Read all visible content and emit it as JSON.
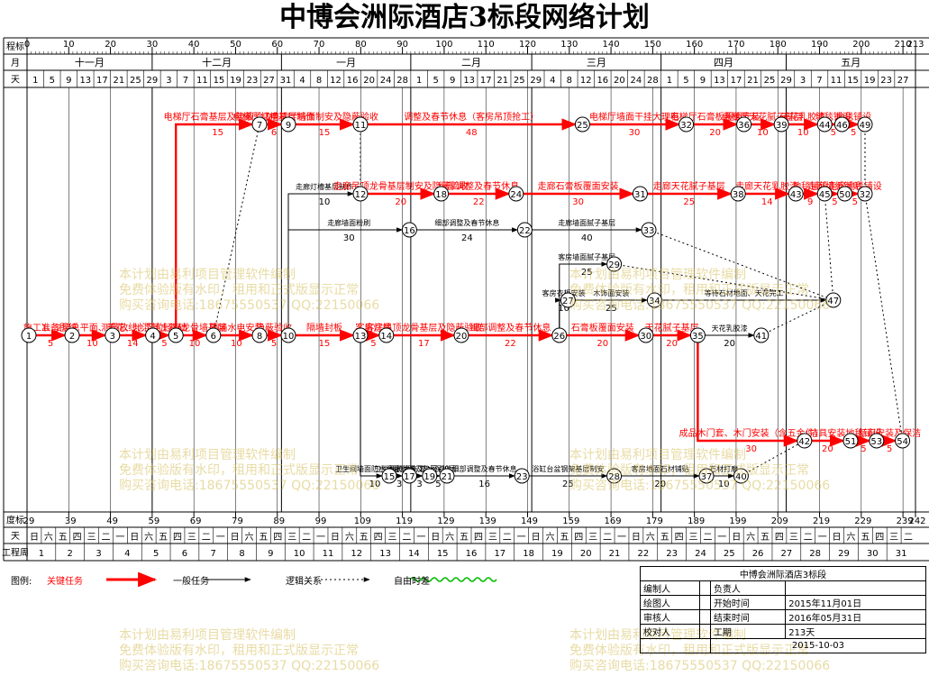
{
  "title": "中博会洲际酒店3标段网络计划",
  "scale": {
    "label": "程标",
    "ticks": [
      "0",
      "10",
      "20",
      "30",
      "40",
      "50",
      "60",
      "70",
      "80",
      "90",
      "100",
      "110",
      "120",
      "130",
      "140",
      "150",
      "160",
      "170",
      "180",
      "190",
      "200",
      "210",
      "213"
    ]
  },
  "months": {
    "label": "月",
    "items": [
      {
        "name": "十一月",
        "from": 0,
        "to": 30
      },
      {
        "name": "十二月",
        "from": 30,
        "to": 61
      },
      {
        "name": "一月",
        "from": 61,
        "to": 92
      },
      {
        "name": "二月",
        "from": 92,
        "to": 121
      },
      {
        "name": "三月",
        "from": 121,
        "to": 152
      },
      {
        "name": "四月",
        "from": 152,
        "to": 182
      },
      {
        "name": "五月",
        "from": 182,
        "to": 213
      }
    ]
  },
  "days_row": {
    "label": "天",
    "items": [
      {
        "t": "1",
        "d": 0
      },
      {
        "t": "5",
        "d": 4
      },
      {
        "t": "9",
        "d": 8
      },
      {
        "t": "13",
        "d": 12
      },
      {
        "t": "17",
        "d": 16
      },
      {
        "t": "21",
        "d": 20
      },
      {
        "t": "25",
        "d": 24
      },
      {
        "t": "29",
        "d": 28
      },
      {
        "t": "3",
        "d": 32
      },
      {
        "t": "7",
        "d": 36
      },
      {
        "t": "11",
        "d": 40
      },
      {
        "t": "15",
        "d": 44
      },
      {
        "t": "19",
        "d": 48
      },
      {
        "t": "23",
        "d": 52
      },
      {
        "t": "27",
        "d": 56
      },
      {
        "t": "31",
        "d": 60
      },
      {
        "t": "4",
        "d": 64
      },
      {
        "t": "8",
        "d": 68
      },
      {
        "t": "12",
        "d": 72
      },
      {
        "t": "16",
        "d": 76
      },
      {
        "t": "20",
        "d": 80
      },
      {
        "t": "24",
        "d": 84
      },
      {
        "t": "28",
        "d": 88
      },
      {
        "t": "1",
        "d": 92
      },
      {
        "t": "5",
        "d": 96
      },
      {
        "t": "9",
        "d": 100
      },
      {
        "t": "13",
        "d": 104
      },
      {
        "t": "17",
        "d": 108
      },
      {
        "t": "21",
        "d": 112
      },
      {
        "t": "25",
        "d": 116
      },
      {
        "t": "29",
        "d": 120
      },
      {
        "t": "4",
        "d": 124
      },
      {
        "t": "8",
        "d": 128
      },
      {
        "t": "12",
        "d": 132
      },
      {
        "t": "16",
        "d": 136
      },
      {
        "t": "20",
        "d": 140
      },
      {
        "t": "24",
        "d": 144
      },
      {
        "t": "28",
        "d": 148
      },
      {
        "t": "1",
        "d": 152
      },
      {
        "t": "5",
        "d": 156
      },
      {
        "t": "9",
        "d": 160
      },
      {
        "t": "13",
        "d": 164
      },
      {
        "t": "17",
        "d": 168
      },
      {
        "t": "21",
        "d": 172
      },
      {
        "t": "25",
        "d": 176
      },
      {
        "t": "29",
        "d": 180
      },
      {
        "t": "3",
        "d": 184
      },
      {
        "t": "7",
        "d": 188
      },
      {
        "t": "11",
        "d": 192
      },
      {
        "t": "15",
        "d": 196
      },
      {
        "t": "19",
        "d": 200
      },
      {
        "t": "23",
        "d": 204
      },
      {
        "t": "27",
        "d": 208
      }
    ]
  },
  "bottom_scale": {
    "label": "度标",
    "items": [
      {
        "t": "29",
        "d": 0
      },
      {
        "t": "39",
        "d": 10
      },
      {
        "t": "49",
        "d": 20
      },
      {
        "t": "59",
        "d": 30
      },
      {
        "t": "69",
        "d": 40
      },
      {
        "t": "79",
        "d": 50
      },
      {
        "t": "89",
        "d": 60
      },
      {
        "t": "99",
        "d": 70
      },
      {
        "t": "109",
        "d": 80
      },
      {
        "t": "119",
        "d": 90
      },
      {
        "t": "129",
        "d": 100
      },
      {
        "t": "139",
        "d": 110
      },
      {
        "t": "149",
        "d": 120
      },
      {
        "t": "159",
        "d": 130
      },
      {
        "t": "169",
        "d": 140
      },
      {
        "t": "179",
        "d": 150
      },
      {
        "t": "189",
        "d": 160
      },
      {
        "t": "199",
        "d": 170
      },
      {
        "t": "209",
        "d": 180
      },
      {
        "t": "219",
        "d": 190
      },
      {
        "t": "229",
        "d": 200
      },
      {
        "t": "239",
        "d": 210
      },
      {
        "t": "242",
        "d": 213
      }
    ]
  },
  "weekdays": {
    "label": "天",
    "items": [
      "日",
      "六",
      "五",
      "四",
      "三",
      "二",
      "一",
      "日",
      "六",
      "五",
      "四",
      "三",
      "二",
      "一",
      "日",
      "六",
      "五",
      "四",
      "三",
      "二",
      "一",
      "日",
      "六",
      "五",
      "四",
      "三",
      "二",
      "一",
      "日",
      "六",
      "五",
      "四",
      "三",
      "二",
      "一",
      "日",
      "六",
      "五",
      "四",
      "三",
      "二",
      "一",
      "日",
      "六",
      "五",
      "四",
      "三",
      "二",
      "一",
      "日",
      "六",
      "五",
      "四",
      "三",
      "二",
      "一",
      "日",
      "六",
      "五",
      "四",
      "三",
      "二"
    ]
  },
  "weeks": {
    "label": "工程周",
    "items": [
      "1",
      "2",
      "3",
      "4",
      "5",
      "6",
      "7",
      "8",
      "9",
      "10",
      "11",
      "12",
      "13",
      "14",
      "15",
      "16",
      "17",
      "18",
      "19",
      "20",
      "21",
      "22",
      "23",
      "24",
      "25",
      "26",
      "27",
      "28",
      "29",
      "30",
      "31"
    ]
  },
  "network": {
    "nodes": [
      {
        "id": "1",
        "d": 0,
        "row": "L1"
      },
      {
        "id": "2",
        "d": 15,
        "row": "L1"
      },
      {
        "id": "3",
        "d": 29,
        "row": "L1"
      },
      {
        "id": "4",
        "d": 43,
        "row": "L1"
      },
      {
        "id": "5",
        "d": 51,
        "row": "L1"
      },
      {
        "id": "6",
        "d": 64,
        "row": "L1"
      },
      {
        "id": "8",
        "d": 80,
        "row": "L1"
      },
      {
        "id": "10",
        "d": 90,
        "row": "L1"
      },
      {
        "id": "13",
        "d": 115,
        "row": "L1"
      },
      {
        "id": "14",
        "d": 124,
        "row": "L1"
      },
      {
        "id": "20",
        "d": 150,
        "row": "L1"
      },
      {
        "id": "26",
        "d": 184,
        "row": "L1"
      },
      {
        "id": "30",
        "d": 214,
        "row": "L1"
      },
      {
        "id": "35",
        "d": 232,
        "row": "L1"
      },
      {
        "id": "41",
        "d": 254,
        "row": "L1"
      },
      {
        "id": "7",
        "d": 80,
        "row": "T1"
      },
      {
        "id": "9",
        "d": 90,
        "row": "T1"
      },
      {
        "id": "11",
        "d": 115,
        "row": "T1"
      },
      {
        "id": "25",
        "d": 192,
        "row": "T1"
      },
      {
        "id": "32",
        "d": 228,
        "row": "T1"
      },
      {
        "id": "36",
        "d": 248,
        "row": "T1"
      },
      {
        "id": "39",
        "d": 261,
        "row": "T1"
      },
      {
        "id": "44",
        "d": 276,
        "row": "T1"
      },
      {
        "id": "46",
        "d": 282,
        "row": "T1"
      },
      {
        "id": "49",
        "d": 290,
        "row": "T1"
      },
      {
        "id": "12",
        "d": 115,
        "row": "T2"
      },
      {
        "id": "18",
        "d": 143,
        "row": "T2"
      },
      {
        "id": "24",
        "d": 169,
        "row": "T2"
      },
      {
        "id": "31",
        "d": 212,
        "row": "T2"
      },
      {
        "id": "38",
        "d": 246,
        "row": "T2"
      },
      {
        "id": "43",
        "d": 266,
        "row": "T2"
      },
      {
        "id": "45",
        "d": 276,
        "row": "T2"
      },
      {
        "id": "50",
        "d": 283,
        "row": "T2"
      },
      {
        "id": "32b",
        "label": "32",
        "d": 290,
        "row": "T2"
      },
      {
        "id": "16",
        "d": 132,
        "row": "T3"
      },
      {
        "id": "22",
        "d": 172,
        "row": "T3"
      },
      {
        "id": "33",
        "d": 215,
        "row": "T3"
      },
      {
        "id": "29",
        "d": 203,
        "row": "M1"
      },
      {
        "id": "27",
        "d": 187,
        "row": "M2"
      },
      {
        "id": "34",
        "d": 217,
        "row": "M2"
      },
      {
        "id": "47",
        "d": 279,
        "row": "M2"
      },
      {
        "id": "42",
        "d": 269,
        "row": "B1"
      },
      {
        "id": "51",
        "d": 285,
        "row": "B1"
      },
      {
        "id": "53",
        "d": 294,
        "row": "B1"
      },
      {
        "id": "54",
        "d": 303,
        "row": "B1"
      },
      {
        "id": "15",
        "d": 125,
        "row": "B2"
      },
      {
        "id": "17",
        "d": 132,
        "row": "B2"
      },
      {
        "id": "19",
        "d": 139,
        "row": "B2"
      },
      {
        "id": "21",
        "d": 145,
        "row": "B2"
      },
      {
        "id": "23",
        "d": 171,
        "row": "B2"
      },
      {
        "id": "28",
        "d": 203,
        "row": "B2"
      },
      {
        "id": "37",
        "d": 235,
        "row": "B2"
      },
      {
        "id": "40",
        "d": 247,
        "row": "B2"
      }
    ],
    "tasks": [
      {
        "from": "1",
        "to": "2",
        "label": "施工准备图纸",
        "dur": "5",
        "kind": "critical",
        "lv": 1
      },
      {
        "from": "2",
        "to": "3",
        "label": "1、2层总平面、天花、地",
        "dur": "10",
        "kind": "critical",
        "lv": 1
      },
      {
        "from": "3",
        "to": "4",
        "label": "测量放线、定位",
        "dur": "14",
        "kind": "critical",
        "lv": 1
      },
      {
        "from": "4",
        "to": "5",
        "label": "混凝土基础",
        "dur": "5",
        "kind": "critical",
        "lv": 1
      },
      {
        "from": "5",
        "to": "6",
        "label": "轻钢龙骨墙基层",
        "dur": "10",
        "kind": "critical",
        "lv": 1
      },
      {
        "from": "6",
        "to": "8",
        "label": "隔墙水电安装",
        "dur": "10",
        "kind": "critical",
        "lv": 1
      },
      {
        "from": "8",
        "to": "10",
        "label": "隐蔽验收",
        "dur": "5",
        "kind": "critical",
        "lv": 1
      },
      {
        "from": "10",
        "to": "13",
        "label": "隔墙封板",
        "dur": "15",
        "kind": "critical",
        "lv": 1
      },
      {
        "from": "13",
        "to": "14",
        "label": "客房灯槽",
        "dur": "5",
        "kind": "critical",
        "lv": 1
      },
      {
        "from": "14",
        "to": "20",
        "label": "客房吊顶龙骨基层及隐蔽验收",
        "dur": "17",
        "kind": "critical",
        "lv": 1
      },
      {
        "from": "20",
        "to": "26",
        "label": "细部调整及春节休息",
        "dur": "22",
        "kind": "critical",
        "lv": 1
      },
      {
        "from": "26",
        "to": "30",
        "label": "石膏板覆面安装",
        "dur": "20",
        "kind": "critical",
        "lv": 1
      },
      {
        "from": "30",
        "to": "35",
        "label": "天花腻子基层",
        "dur": "20",
        "kind": "critical",
        "lv": 1
      },
      {
        "from": "35",
        "to": "41",
        "label": "天花乳胶漆",
        "dur": "20",
        "kind": "normal",
        "lv": 1
      },
      {
        "from": "5",
        "to": "7",
        "label": "电梯厅石膏基层及隐蔽验收",
        "dur": "15",
        "kind": "critical",
        "lv": 1,
        "elbow": "vfirst"
      },
      {
        "from": "7",
        "to": "9",
        "label": "电梯厅灯槽基层制作",
        "dur": "6",
        "kind": "critical",
        "lv": 1
      },
      {
        "from": "9",
        "to": "11",
        "label": "电梯厅墙面制安及隐蔽验收",
        "dur": "15",
        "kind": "critical",
        "lv": 1
      },
      {
        "from": "11",
        "to": "25",
        "label": "调整及春节休息（客房吊顶抢工）",
        "dur": "48",
        "kind": "critical",
        "lv": 1
      },
      {
        "from": "25",
        "to": "32",
        "label": "电梯厅墙面干挂大理石",
        "dur": "30",
        "kind": "critical",
        "lv": 1
      },
      {
        "from": "32",
        "to": "36",
        "label": "电梯厅石膏板覆面安装",
        "dur": "20",
        "kind": "critical",
        "lv": 1
      },
      {
        "from": "36",
        "to": "39",
        "label": "电梯厅天花腻子基层",
        "dur": "10",
        "kind": "critical",
        "lv": 1
      },
      {
        "from": "39",
        "to": "44",
        "label": "天花乳胶漆",
        "dur": "10",
        "kind": "critical",
        "lv": 1
      },
      {
        "from": "44",
        "to": "46",
        "label": "地毯铺设",
        "dur": "5",
        "kind": "critical",
        "lv": 1
      },
      {
        "from": "46",
        "to": "49",
        "label": "地毯铺设",
        "dur": "5",
        "kind": "critical",
        "lv": 1
      },
      {
        "from": "10",
        "to": "12",
        "label": "走廊灯槽基层制作",
        "dur": "10",
        "kind": "normal",
        "lv": 1,
        "elbow": "vfirst"
      },
      {
        "from": "12",
        "to": "18",
        "label": "走廊吊顶龙骨基层制安及隐蔽验收",
        "dur": "20",
        "kind": "critical",
        "lv": 1
      },
      {
        "from": "18",
        "to": "24",
        "label": "细部调整及春节休息",
        "dur": "22",
        "kind": "critical",
        "lv": 1
      },
      {
        "from": "24",
        "to": "31",
        "label": "走廊石膏板覆面安装",
        "dur": "30",
        "kind": "critical",
        "lv": 1
      },
      {
        "from": "31",
        "to": "38",
        "label": "走廊天花腻子基层",
        "dur": "25",
        "kind": "critical",
        "lv": 1
      },
      {
        "from": "38",
        "to": "43",
        "label": "走廊天花乳胶漆",
        "dur": "14",
        "kind": "critical",
        "lv": 1
      },
      {
        "from": "43",
        "to": "45",
        "label": "地毯铺设",
        "dur": "9",
        "kind": "critical",
        "lv": 1
      },
      {
        "from": "45",
        "to": "50",
        "label": "走廊墙纸铺贴",
        "dur": "5",
        "kind": "critical",
        "lv": 1
      },
      {
        "from": "50",
        "to": "32b",
        "label": "走廊地毯铺设",
        "dur": "5",
        "kind": "critical",
        "lv": 1
      },
      {
        "from": "10",
        "to": "16",
        "label": "走廊墙面粉刷",
        "dur": "30",
        "kind": "normal",
        "lv": 1,
        "elbow": "vfirst"
      },
      {
        "from": "16",
        "to": "22",
        "label": "细部调整及春节休息",
        "dur": "24",
        "kind": "normal",
        "lv": 1
      },
      {
        "from": "22",
        "to": "33",
        "label": "走廊墙面腻子基层",
        "dur": "40",
        "kind": "normal",
        "lv": 1
      },
      {
        "from": "26",
        "to": "29",
        "label": "客房墙面腻子基层",
        "dur": "25",
        "kind": "normal",
        "lv": 1,
        "elbow": "vfirst"
      },
      {
        "from": "26",
        "to": "27",
        "label": "客房衣柜安装",
        "dur": "10",
        "kind": "normal",
        "lv": 1,
        "elbow": "vfirst"
      },
      {
        "from": "27",
        "to": "34",
        "label": "木饰面安装",
        "dur": "25",
        "kind": "normal",
        "lv": 1
      },
      {
        "from": "34",
        "to": "47",
        "label": "等待石材地面、天花完工",
        "dur": "",
        "kind": "normal",
        "lv": 1
      },
      {
        "from": "35",
        "to": "42",
        "label": "成品木门套、木门安装（含五金件）",
        "dur": "30",
        "kind": "critical",
        "lv": 1,
        "elbow": "vfirst"
      },
      {
        "from": "42",
        "to": "51",
        "label": "洁具安装",
        "dur": "20",
        "kind": "critical",
        "lv": 1
      },
      {
        "from": "51",
        "to": "53",
        "label": "地毯铺设",
        "dur": "5",
        "kind": "critical",
        "lv": 1
      },
      {
        "from": "53",
        "to": "54",
        "label": "标识安装及保洁",
        "dur": "5",
        "kind": "critical",
        "lv": 1
      },
      {
        "from": "13",
        "to": "15",
        "label": "卫生间墙面防水地面找坡",
        "dur": "10",
        "kind": "normal",
        "lv": 1,
        "elbow": "vfirst"
      },
      {
        "from": "15",
        "to": "17",
        "label": "卫生间防水施工",
        "dur": "3",
        "kind": "normal",
        "lv": 1
      },
      {
        "from": "17",
        "to": "19",
        "label": "闭水试验及隐蔽验收",
        "dur": "3",
        "kind": "normal",
        "lv": 1
      },
      {
        "from": "19",
        "to": "21",
        "label": "防水保护层",
        "dur": "5",
        "kind": "normal",
        "lv": 1
      },
      {
        "from": "21",
        "to": "23",
        "label": "细部调整及春节休息",
        "dur": "16",
        "kind": "normal",
        "lv": 1
      },
      {
        "from": "23",
        "to": "28",
        "label": "浴缸台盆钢架基层制安",
        "dur": "25",
        "kind": "normal",
        "lv": 1
      },
      {
        "from": "28",
        "to": "37",
        "label": "客房地面石材铺贴",
        "dur": "20",
        "kind": "normal",
        "lv": 1
      },
      {
        "from": "37",
        "to": "40",
        "label": "石材打磨",
        "dur": "10",
        "kind": "normal",
        "lv": 1
      }
    ],
    "floats": [
      {
        "from": "6",
        "to": "7"
      },
      {
        "from": "11",
        "to": "12"
      },
      {
        "from": "33",
        "to": "47"
      },
      {
        "from": "29",
        "to": "47"
      },
      {
        "from": "41",
        "to": "47"
      },
      {
        "from": "40",
        "to": "42"
      },
      {
        "from": "47",
        "to": "45"
      },
      {
        "from": "49",
        "to": "32b"
      },
      {
        "from": "32b",
        "to": "54"
      }
    ]
  },
  "watermark": {
    "line1": "本计划由易利项目管理软件编制",
    "line2": "免费体验版有水印，租用和正式版显示正常",
    "line3": "购买咨询电话:18675550537 QQ:22150066"
  },
  "legend": {
    "label": "图例:",
    "critical": "关键任务",
    "normal": "一般任务",
    "logic": "逻辑关系",
    "free_float": "自由时差"
  },
  "info": {
    "project": "中博会洲际酒店3标段",
    "editor_label": "编制人",
    "editor": "",
    "owner_label": "负责人",
    "owner": "",
    "drafter_label": "绘图人",
    "start_label": "开始时间",
    "start": "2015年11月01日",
    "reviewer_label": "审核人",
    "end_label": "结束时间",
    "end": "2016年05月31日",
    "checker_label": "校对人",
    "duration_label": "工期",
    "duration": "213天",
    "date": "2015-10-03"
  },
  "colors": {
    "critical": "#ff0000",
    "normal": "#000000",
    "float_wave": "#00bb00",
    "watermark": "#d6be5a"
  }
}
